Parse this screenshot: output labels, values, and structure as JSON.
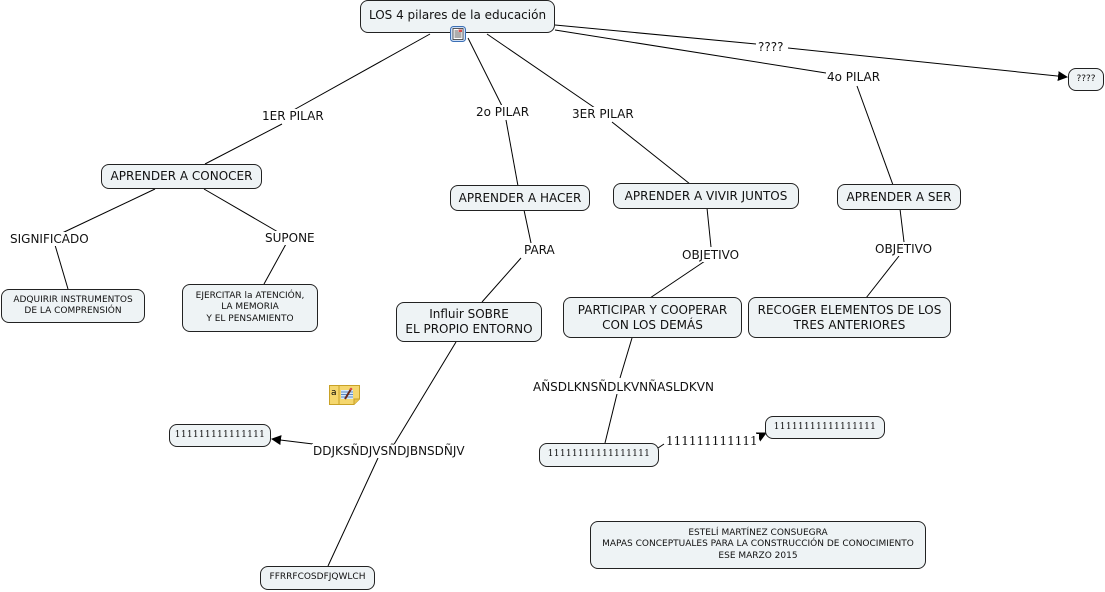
{
  "map_title": "LOS 4 pilares de la educación",
  "nodes": {
    "root": "LOS 4 pilares de la educación",
    "unknown": "????",
    "conocer": "APRENDER A CONOCER",
    "hacer": "APRENDER A HACER",
    "vivir": "APRENDER A VIVIR JUNTOS",
    "ser": "APRENDER A SER",
    "adquirir": "ADQUIRIR INSTRUMENTOS\nDE LA COMPRENSIÓN",
    "ejercitar": "EJERCITAR la ATENCIÓN,\nLA MEMORIA\nY EL PENSAMIENTO",
    "influir": "Influir SOBRE\nEL PROPIO ENTORNO",
    "participar": "PARTICIPAR Y COOPERAR\nCON LOS DEMÁS",
    "recoger": "RECOGER ELEMENTOS DE LOS\nTRES ANTERIORES",
    "ones15": "111111111111111",
    "ones17a": "11111111111111111",
    "ones17b": "11111111111111111",
    "ffrrf": "FFRRFCOSDFJQWLCH",
    "credits": "ESTELÍ MARTÍNEZ CONSUEGRA\nMAPAS CONCEPTUALES PARA LA CONSTRUCCIÓN DE CONOCIMIENTO\nESE MARZO 2015"
  },
  "links": {
    "pilar1": "1ER PILAR",
    "pilar2": "2o PILAR",
    "pilar3": "3ER PILAR",
    "pilar4": "4o PILAR",
    "unknown": "????",
    "significado": "SIGNIFICADO",
    "supone": "SUPONE",
    "para": "PARA",
    "objetivo_vivir": "OBJETIVO",
    "objetivo_ser": "OBJETIVO",
    "ddjk": "DDJKSÑDJVSÑDJBNSDÑJV",
    "ansd": "AÑSDLKNSÑDLKVNÑASLDKVN",
    "ones12": "111111111111"
  },
  "icons": {
    "root_resource": "document-image-icon",
    "note": "annotation-note-icon"
  },
  "colors": {
    "node_fill": "#eef3f5",
    "node_border": "#222222",
    "line": "#000000",
    "note_fill": "#f5d76e"
  }
}
